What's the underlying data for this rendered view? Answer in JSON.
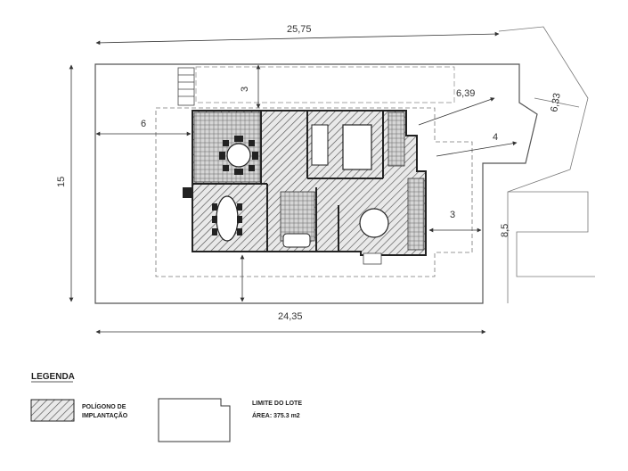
{
  "dimensions": {
    "top_width": "25,75",
    "bottom_width": "24,35",
    "left_height": "15",
    "setback_top": "3",
    "setback_left": "6",
    "setback_right": "3",
    "diag_a": "6,39",
    "diag_b": "6,33",
    "diag_c": "4",
    "diag_d": "8,5"
  },
  "legend": {
    "title": "LEGENDA",
    "polygon_label_1": "POLÍGONO DE",
    "polygon_label_2": "IMPLANTAÇÃO",
    "limit_label": "LIMITE DO LOTE",
    "area_label": "ÁREA: 375.3 m2"
  }
}
